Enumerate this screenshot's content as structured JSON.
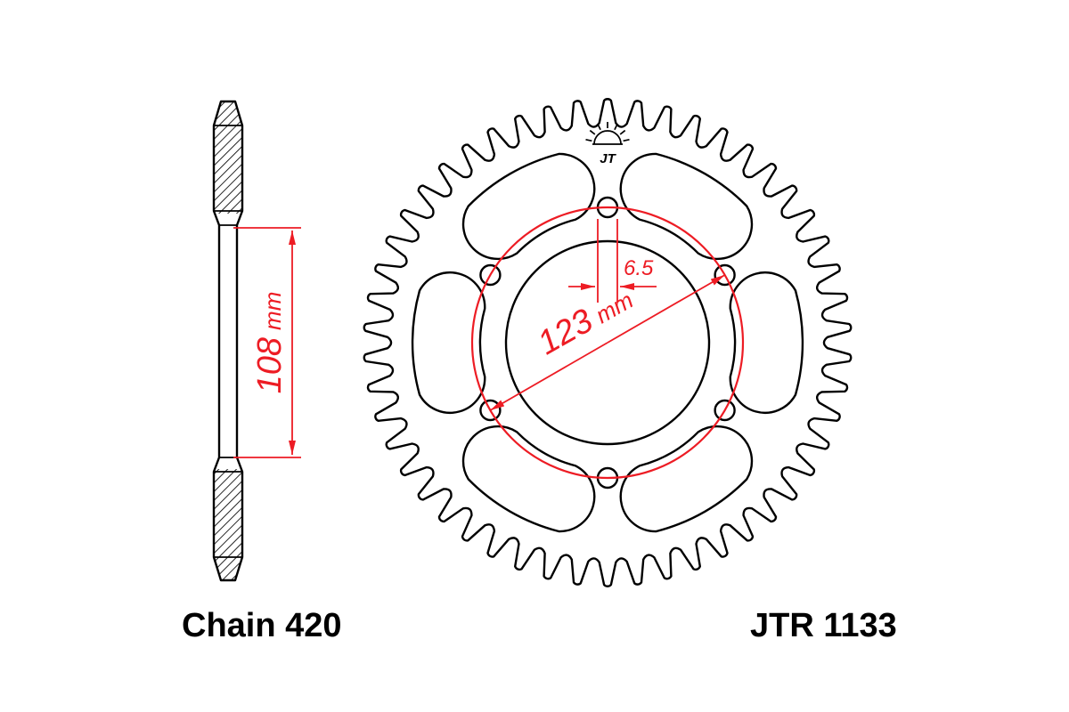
{
  "diagram": {
    "labels": {
      "chain": "Chain 420",
      "part_number": "JTR 1133",
      "logo_text": "JT"
    },
    "dimensions": {
      "hub_span": {
        "value": "108",
        "unit": "mm"
      },
      "bolt_circle": {
        "value": "123",
        "unit": "mm"
      },
      "hole_offset": {
        "value": "6.5",
        "unit": ""
      }
    },
    "colors": {
      "line": "#000000",
      "dimension": "#ed1c24",
      "background": "#ffffff"
    }
  }
}
